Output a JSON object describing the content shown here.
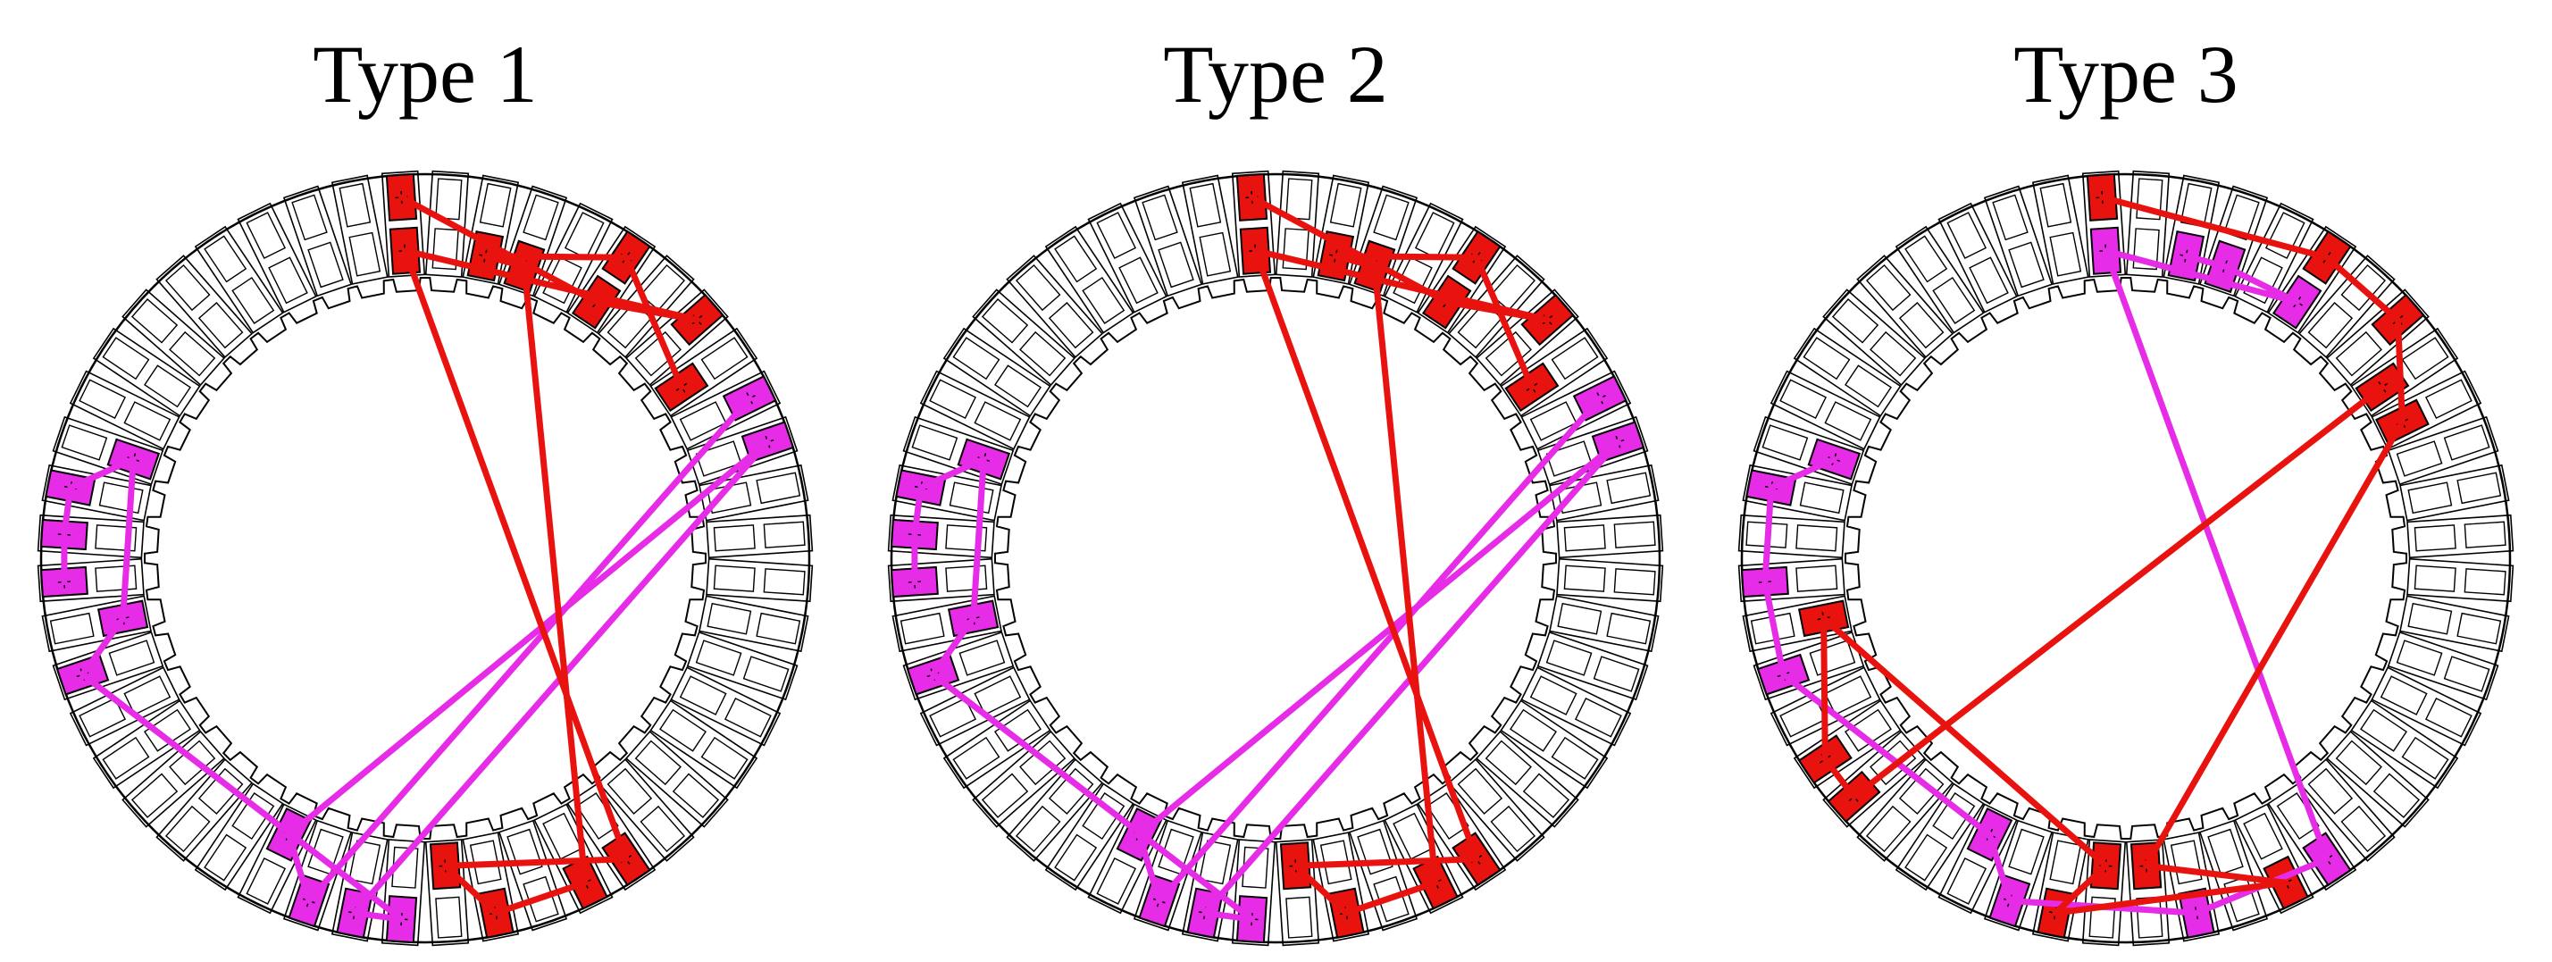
{
  "diagrams": [
    {
      "title": "Type 1",
      "red_slots": [
        [
          0,
          0
        ],
        [
          0,
          1
        ],
        [
          3,
          1
        ],
        [
          2,
          1
        ],
        [
          5,
          1
        ],
        [
          5,
          0
        ],
        [
          7,
          0
        ],
        [
          8,
          1
        ],
        [
          20,
          0
        ],
        [
          21,
          0
        ],
        [
          23,
          0
        ],
        [
          24,
          1
        ]
      ],
      "magenta_slots": [
        [
          27,
          0
        ],
        [
          28,
          1
        ],
        [
          25,
          0
        ],
        [
          26,
          0
        ],
        [
          34,
          0
        ],
        [
          35,
          1
        ],
        [
          36,
          0
        ],
        [
          37,
          0
        ],
        [
          38,
          0
        ],
        [
          39,
          1
        ],
        [
          9,
          0
        ],
        [
          10,
          0
        ]
      ],
      "red_path": [
        [
          0,
          0
        ],
        [
          5,
          1
        ],
        [
          7,
          0
        ],
        [
          0,
          1
        ],
        [
          20,
          0
        ],
        [
          24,
          1
        ],
        [
          23,
          0
        ],
        [
          21,
          0
        ],
        [
          3,
          1
        ],
        [
          2,
          1
        ],
        [
          5,
          0
        ],
        [
          8,
          1
        ]
      ],
      "magenta_path": [
        [
          9,
          0
        ],
        [
          27,
          0
        ],
        [
          28,
          1
        ],
        [
          10,
          0
        ],
        [
          26,
          0
        ],
        [
          25,
          0
        ],
        [
          34,
          0
        ],
        [
          35,
          1
        ],
        [
          39,
          1
        ],
        [
          38,
          0
        ],
        [
          37,
          0
        ],
        [
          36,
          0
        ]
      ]
    },
    {
      "title": "Type 2",
      "red_slots": [
        [
          0,
          0
        ],
        [
          0,
          1
        ],
        [
          3,
          1
        ],
        [
          2,
          1
        ],
        [
          5,
          1
        ],
        [
          5,
          0
        ],
        [
          7,
          0
        ],
        [
          8,
          1
        ],
        [
          20,
          0
        ],
        [
          21,
          0
        ],
        [
          23,
          0
        ],
        [
          24,
          1
        ]
      ],
      "magenta_slots": [
        [
          27,
          0
        ],
        [
          28,
          1
        ],
        [
          25,
          0
        ],
        [
          26,
          0
        ],
        [
          34,
          0
        ],
        [
          35,
          1
        ],
        [
          36,
          0
        ],
        [
          37,
          0
        ],
        [
          38,
          0
        ],
        [
          39,
          1
        ],
        [
          9,
          0
        ],
        [
          10,
          0
        ]
      ],
      "red_path": [
        [
          0,
          0
        ],
        [
          5,
          1
        ],
        [
          7,
          0
        ],
        [
          0,
          1
        ],
        [
          20,
          0
        ],
        [
          24,
          1
        ],
        [
          23,
          0
        ],
        [
          21,
          0
        ],
        [
          3,
          1
        ],
        [
          2,
          1
        ],
        [
          5,
          0
        ],
        [
          8,
          1
        ]
      ],
      "magenta_path": [
        [
          9,
          0
        ],
        [
          27,
          0
        ],
        [
          28,
          1
        ],
        [
          10,
          0
        ],
        [
          26,
          0
        ],
        [
          25,
          0
        ],
        [
          34,
          0
        ],
        [
          35,
          1
        ],
        [
          39,
          1
        ],
        [
          38,
          0
        ],
        [
          37,
          0
        ],
        [
          36,
          0
        ]
      ]
    },
    {
      "title": "Type 3",
      "red_slots": [
        [
          0,
          0
        ],
        [
          5,
          0
        ],
        [
          7,
          0
        ],
        [
          8,
          1
        ],
        [
          21,
          0
        ],
        [
          24,
          1
        ],
        [
          26,
          0
        ],
        [
          25,
          1
        ],
        [
          31,
          0
        ],
        [
          32,
          0
        ],
        [
          35,
          1
        ],
        [
          9,
          1
        ]
      ],
      "magenta_slots": [
        [
          2,
          1
        ],
        [
          5,
          1
        ],
        [
          3,
          1
        ],
        [
          0,
          1
        ],
        [
          20,
          0
        ],
        [
          23,
          0
        ],
        [
          27,
          0
        ],
        [
          28,
          1
        ],
        [
          34,
          0
        ],
        [
          36,
          0
        ],
        [
          38,
          0
        ],
        [
          39,
          1
        ]
      ],
      "red_path": [
        [
          0,
          0
        ],
        [
          5,
          0
        ],
        [
          7,
          0
        ],
        [
          9,
          1
        ],
        [
          24,
          1
        ],
        [
          21,
          0
        ],
        [
          26,
          0
        ],
        [
          25,
          1
        ],
        [
          35,
          1
        ],
        [
          32,
          0
        ],
        [
          31,
          0
        ],
        [
          8,
          1
        ]
      ],
      "magenta_path": [
        [
          2,
          1
        ],
        [
          3,
          1
        ],
        [
          5,
          1
        ],
        [
          0,
          1
        ],
        [
          20,
          0
        ],
        [
          23,
          0
        ],
        [
          27,
          0
        ],
        [
          28,
          1
        ],
        [
          34,
          0
        ],
        [
          36,
          0
        ],
        [
          38,
          0
        ],
        [
          39,
          1
        ]
      ]
    }
  ],
  "colors": {
    "red": "#e8120e",
    "magenta": "#e62ce6",
    "line": "#000000"
  }
}
